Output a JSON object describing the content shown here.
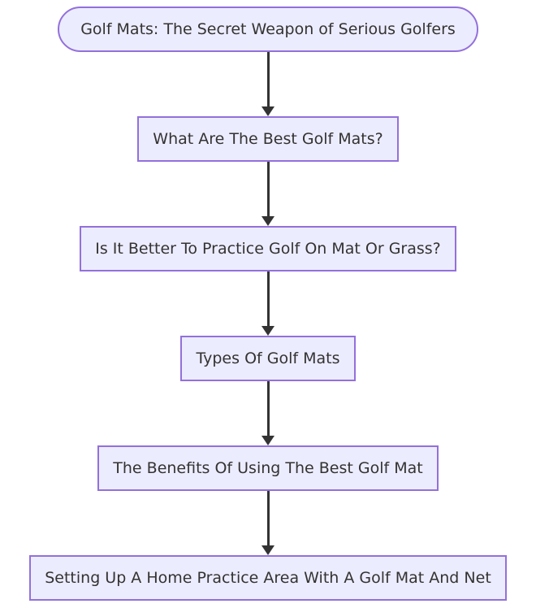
{
  "diagram": {
    "type": "flowchart",
    "direction": "top-down",
    "colors": {
      "node_fill": "#ECECFF",
      "node_border": "#9370DB",
      "text_color": "#333333",
      "arrow_color": "#333333",
      "background": "#ffffff"
    },
    "nodes": [
      {
        "id": "A",
        "shape": "stadium",
        "label": "Golf Mats: The Secret Weapon of Serious Golfers"
      },
      {
        "id": "B",
        "shape": "rect",
        "label": "What Are The Best Golf Mats?"
      },
      {
        "id": "C",
        "shape": "rect",
        "label": "Is It Better To Practice Golf On Mat Or Grass?"
      },
      {
        "id": "D",
        "shape": "rect",
        "label": "Types Of Golf Mats"
      },
      {
        "id": "E",
        "shape": "rect",
        "label": "The Benefits Of Using The Best Golf Mat"
      },
      {
        "id": "F",
        "shape": "rect",
        "label": "Setting Up A Home Practice Area With A Golf Mat And Net"
      }
    ],
    "edges": [
      {
        "from": "A",
        "to": "B"
      },
      {
        "from": "B",
        "to": "C"
      },
      {
        "from": "C",
        "to": "D"
      },
      {
        "from": "D",
        "to": "E"
      },
      {
        "from": "E",
        "to": "F"
      }
    ]
  }
}
